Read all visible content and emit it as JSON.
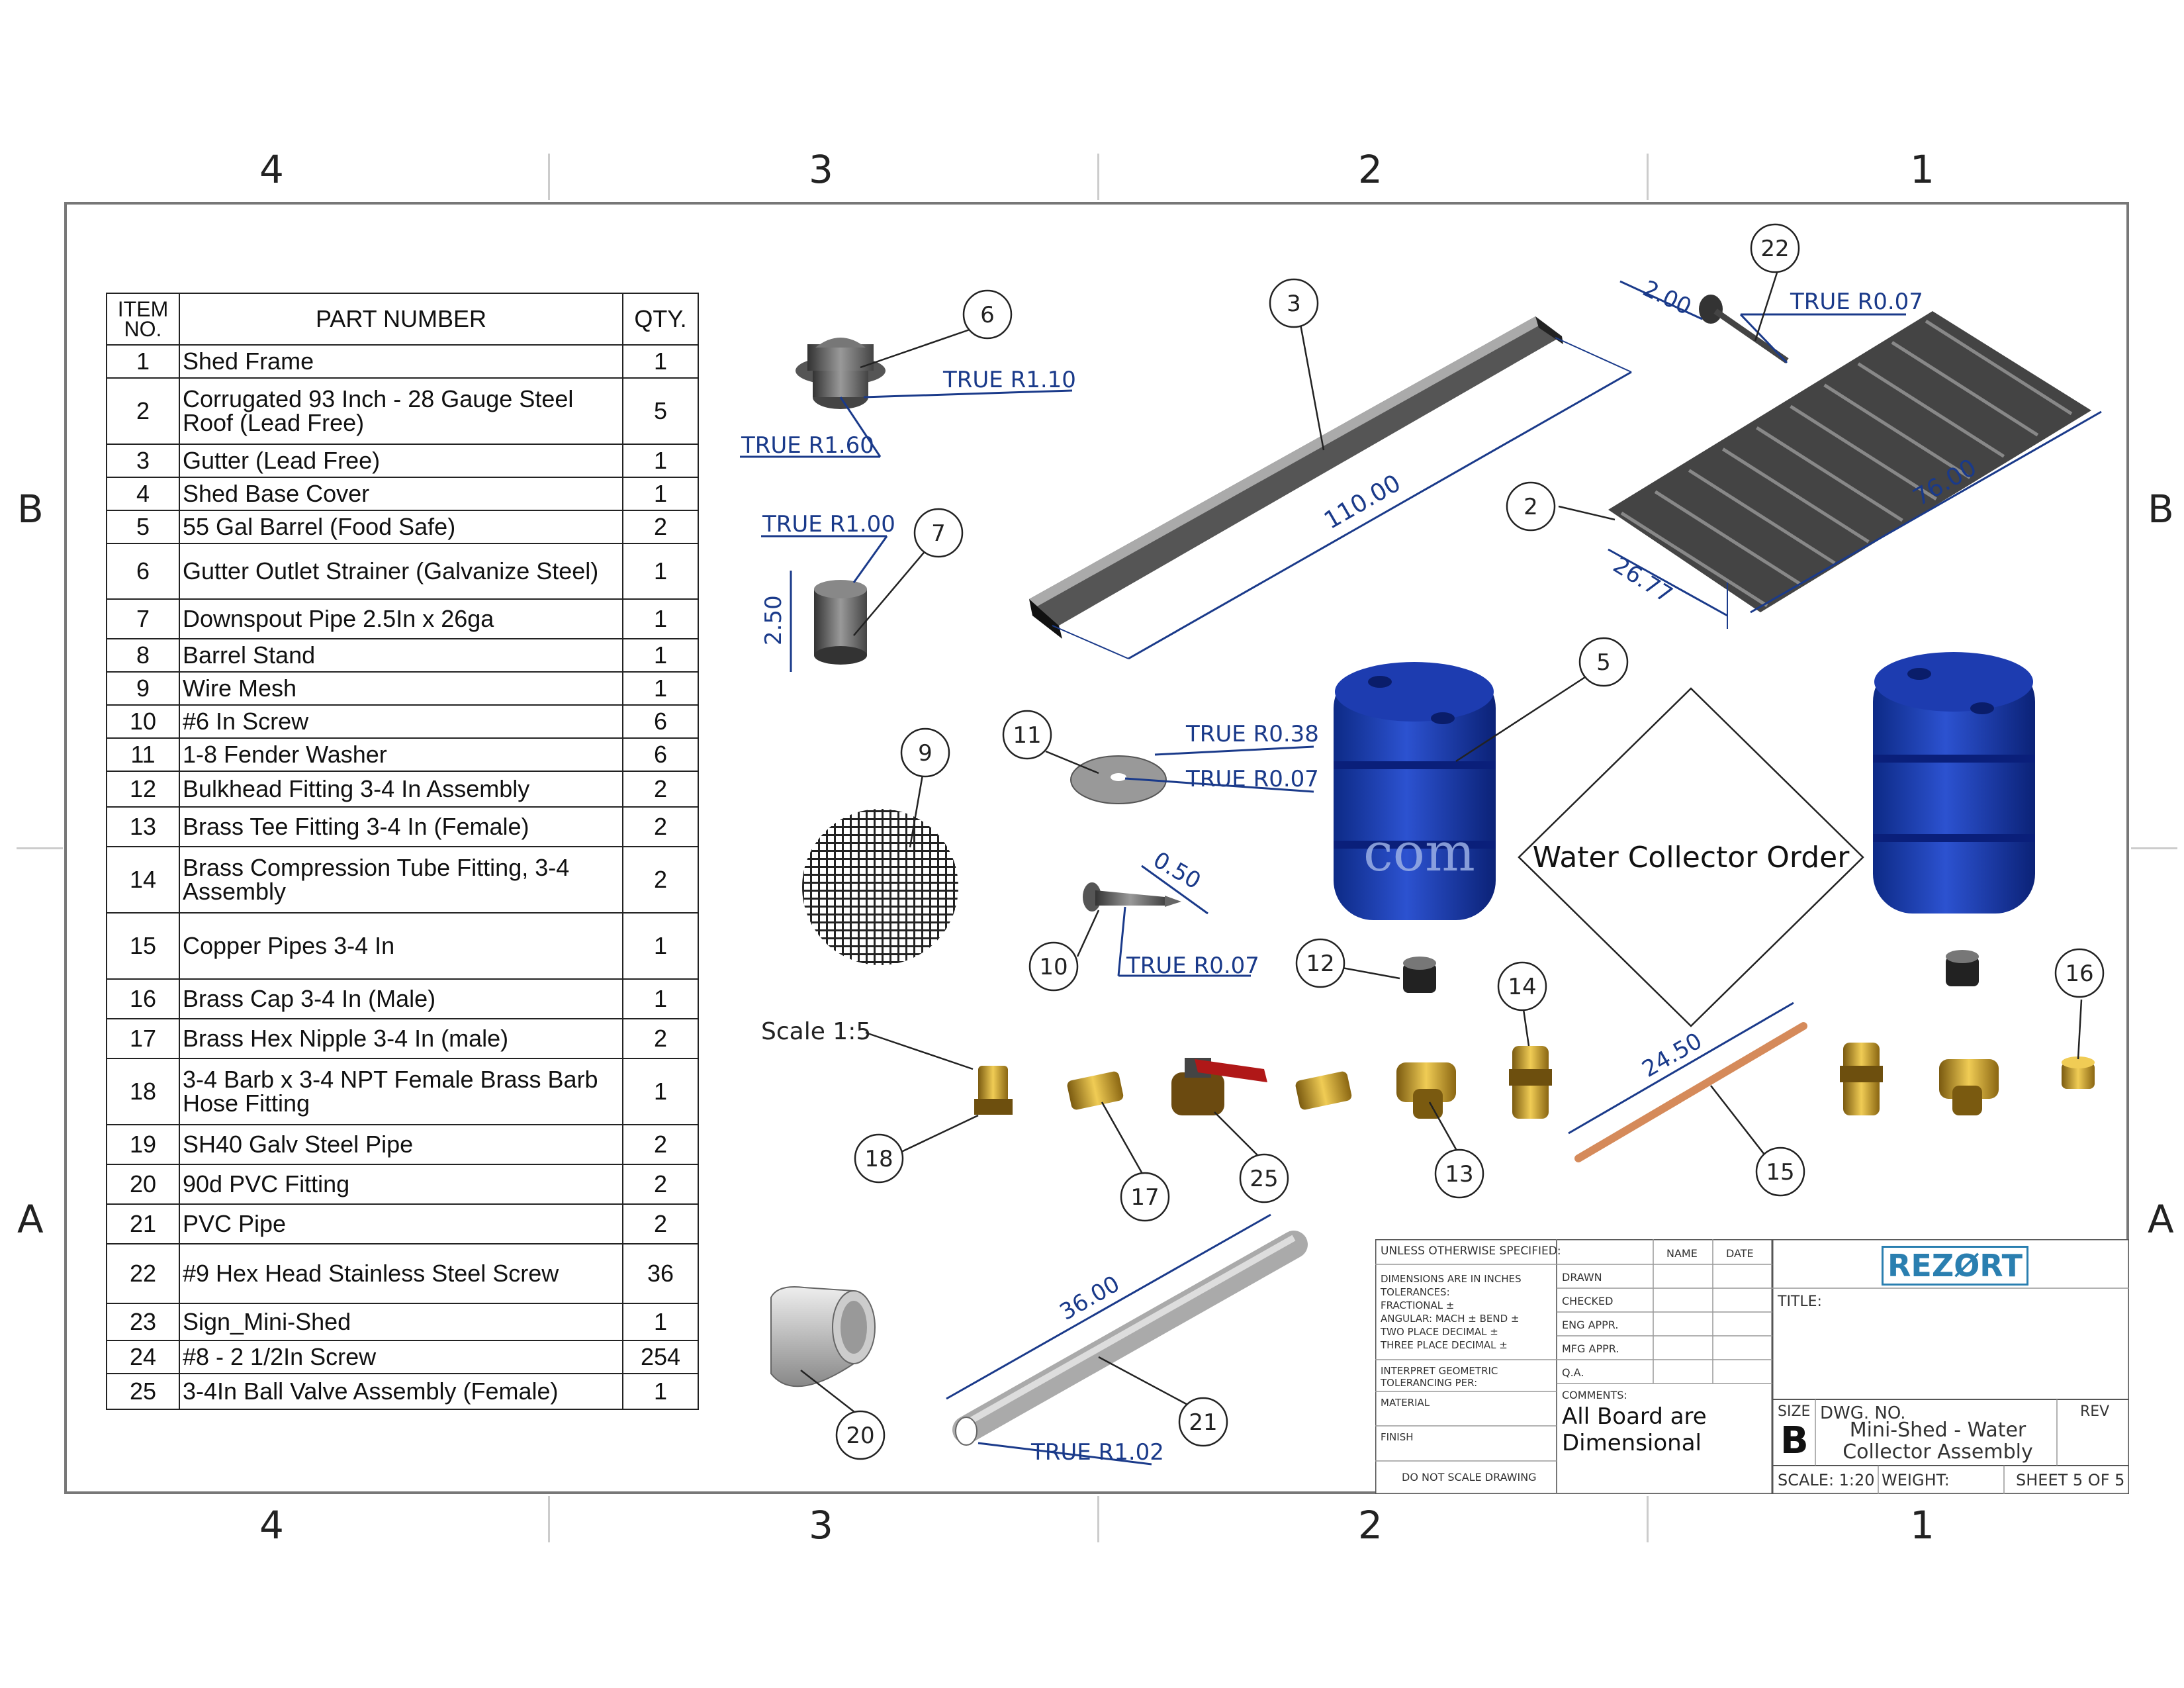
{
  "zones": {
    "top_columns": [
      "4",
      "3",
      "2",
      "1"
    ],
    "bottom_columns": [
      "4",
      "3",
      "2",
      "1"
    ],
    "left_rows": [
      "B",
      "A"
    ],
    "right_rows": [
      "B",
      "A"
    ]
  },
  "bom": {
    "headers": {
      "item_no": "ITEM NO.",
      "part_number": "PART NUMBER",
      "qty": "QTY."
    },
    "rows": [
      {
        "item": "1",
        "part": "Shed Frame",
        "qty": "1"
      },
      {
        "item": "2",
        "part": "Corrugated 93 Inch - 28 Gauge Steel Roof (Lead Free)",
        "qty": "5"
      },
      {
        "item": "3",
        "part": "Gutter (Lead Free)",
        "qty": "1"
      },
      {
        "item": "4",
        "part": "Shed Base Cover",
        "qty": "1"
      },
      {
        "item": "5",
        "part": "55 Gal Barrel (Food Safe)",
        "qty": "2"
      },
      {
        "item": "6",
        "part": "Gutter Outlet Strainer (Galvanize Steel)",
        "qty": "1"
      },
      {
        "item": "7",
        "part": "Downspout Pipe 2.5In x 26ga",
        "qty": "1"
      },
      {
        "item": "8",
        "part": "Barrel Stand",
        "qty": "1"
      },
      {
        "item": "9",
        "part": "Wire Mesh",
        "qty": "1"
      },
      {
        "item": "10",
        "part": "#6 In Screw",
        "qty": "6"
      },
      {
        "item": "11",
        "part": "1-8 Fender Washer",
        "qty": "6"
      },
      {
        "item": "12",
        "part": "Bulkhead Fitting 3-4 In Assembly",
        "qty": "2"
      },
      {
        "item": "13",
        "part": "Brass Tee Fitting 3-4 In (Female)",
        "qty": "2"
      },
      {
        "item": "14",
        "part": "Brass Compression Tube Fitting, 3-4 Assembly",
        "qty": "2"
      },
      {
        "item": "15",
        "part": "Copper Pipes 3-4 In",
        "qty": "1"
      },
      {
        "item": "16",
        "part": "Brass Cap 3-4 In (Male)",
        "qty": "1"
      },
      {
        "item": "17",
        "part": "Brass Hex Nipple 3-4 In (male)",
        "qty": "2"
      },
      {
        "item": "18",
        "part": "3-4 Barb x 3-4 NPT Female Brass Barb Hose Fitting",
        "qty": "1"
      },
      {
        "item": "19",
        "part": "SH40 Galv Steel Pipe",
        "qty": "2"
      },
      {
        "item": "20",
        "part": "90d PVC Fitting",
        "qty": "2"
      },
      {
        "item": "21",
        "part": "PVC Pipe",
        "qty": "2"
      },
      {
        "item": "22",
        "part": "#9 Hex Head Stainless Steel Screw",
        "qty": "36"
      },
      {
        "item": "23",
        "part": "Sign_Mini-Shed",
        "qty": "1"
      },
      {
        "item": "24",
        "part": "#8 - 2 1/2In Screw",
        "qty": "254"
      },
      {
        "item": "25",
        "part": "3-4In Ball Valve Assembly (Female)",
        "qty": "1"
      }
    ]
  },
  "callouts": {
    "strainer_outer": "TRUE R1.10",
    "strainer_inner": "TRUE R1.60",
    "downspout_radius": "TRUE R1.00",
    "downspout_height": "2.50",
    "gutter_length": "110.00",
    "screw22_length": "2.00",
    "screw22_radius": "TRUE R0.07",
    "roof_length": "76.00",
    "roof_width": "26.77",
    "washer_outer": "TRUE R0.38",
    "washer_inner": "TRUE R0.07",
    "screw10_length": "0.50",
    "screw10_radius": "TRUE R0.07",
    "scale_note": "Scale 1:5",
    "copper_length": "24.50",
    "pvc_length": "36.00",
    "pvc_radius": "TRUE R1.02",
    "watermark": "com",
    "order_label": "Water Collector Order"
  },
  "balloons": [
    "6",
    "3",
    "22",
    "7",
    "2",
    "5",
    "11",
    "9",
    "10",
    "12",
    "14",
    "16",
    "18",
    "17",
    "25",
    "13",
    "15",
    "20",
    "21"
  ],
  "title_block": {
    "unless": "UNLESS OTHERWISE SPECIFIED:",
    "dims_note": [
      "DIMENSIONS ARE IN INCHES",
      "TOLERANCES:",
      "FRACTIONAL ±",
      "ANGULAR: MACH ±    BEND ±",
      "TWO PLACE DECIMAL    ±",
      "THREE PLACE DECIMAL  ±"
    ],
    "interpret": [
      "INTERPRET GEOMETRIC",
      "TOLERANCING PER:"
    ],
    "material": "MATERIAL",
    "finish": "FINISH",
    "do_not_scale": "DO NOT SCALE DRAWING",
    "name_col": "NAME",
    "date_col": "DATE",
    "rows": [
      "DRAWN",
      "CHECKED",
      "ENG APPR.",
      "MFG APPR.",
      "Q.A."
    ],
    "comments_label": "COMMENTS:",
    "comments": [
      "All Board are",
      "Dimensional"
    ],
    "logo": "REZØRT",
    "title_label": "TITLE:",
    "size_label": "SIZE",
    "size": "B",
    "dwg_no_label": "DWG.  NO.",
    "dwg_no": [
      "Mini-Shed - Water",
      "Collector Assembly"
    ],
    "rev_label": "REV",
    "scale": "SCALE: 1:20",
    "weight": "WEIGHT:",
    "sheet": "SHEET 5 OF 5"
  },
  "colors": {
    "dim_blue": "#1a3a8a",
    "barrel_blue": "#1e3fa8",
    "brass": "#c89b2a",
    "logo": "#2a7fb0"
  }
}
